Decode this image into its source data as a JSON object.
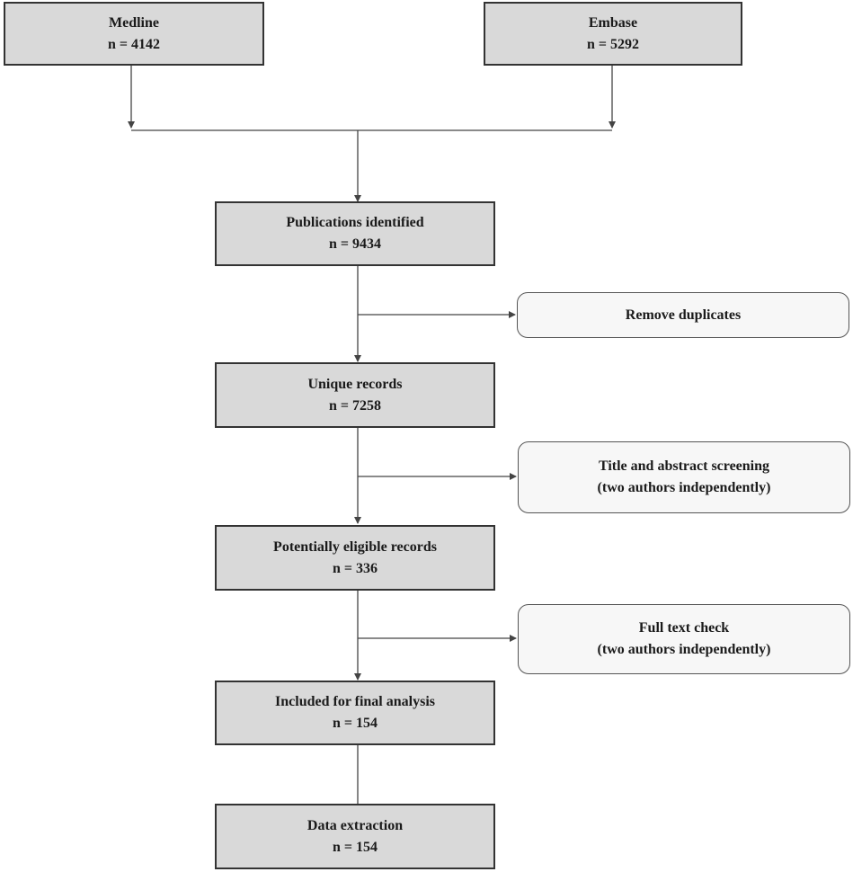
{
  "boxes": {
    "medline": {
      "title": "Medline",
      "count": "n = 4142"
    },
    "embase": {
      "title": "Embase",
      "count": "n = 5292"
    },
    "identified": {
      "title": "Publications identified",
      "count": "n = 9434"
    },
    "unique": {
      "title": "Unique records",
      "count": "n = 7258"
    },
    "eligible": {
      "title": "Potentially eligible records",
      "count": "n = 336"
    },
    "included": {
      "title": "Included for final analysis",
      "count": "n = 154"
    },
    "extraction": {
      "title": "Data extraction",
      "count": "n = 154"
    }
  },
  "steps": {
    "duplicates": {
      "line1": "Remove duplicates"
    },
    "screening": {
      "line1": "Title and abstract screening",
      "line2": "(two authors independently)"
    },
    "fulltext": {
      "line1": "Full text check",
      "line2": "(two authors independently)"
    }
  },
  "colors": {
    "box_fill": "#d9d9d9",
    "step_fill": "#f7f7f7",
    "border": "#333333",
    "line": "#444444"
  }
}
